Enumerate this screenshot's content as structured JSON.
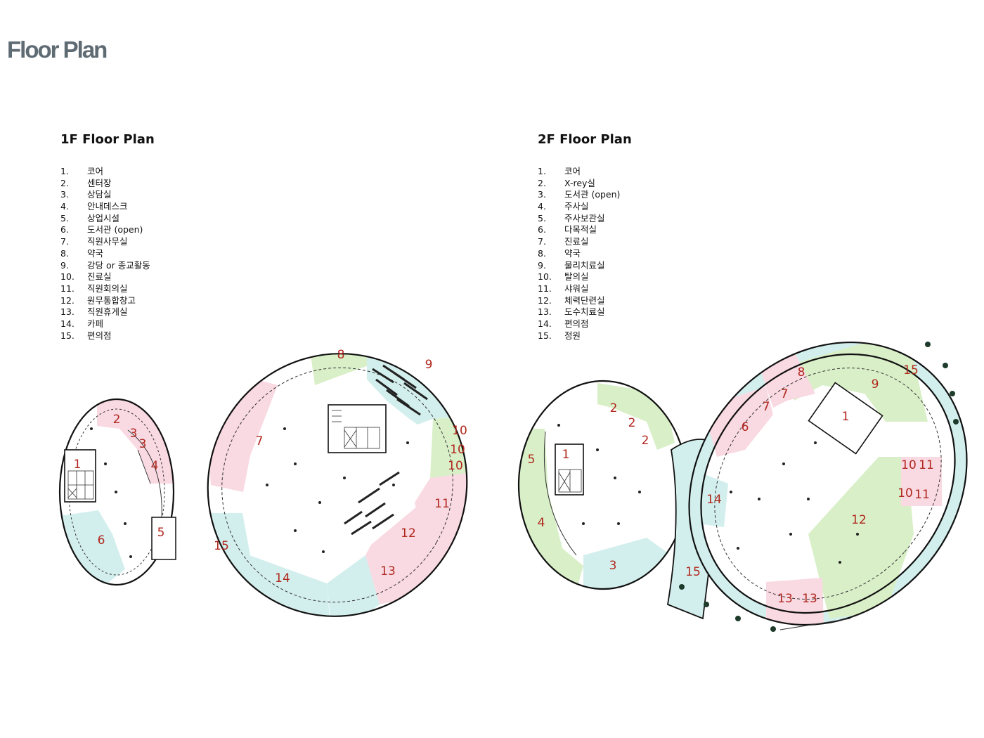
{
  "title": "Floor Plan",
  "floor1": {
    "heading": "1F Floor Plan",
    "legend": [
      {
        "num": "1.",
        "name": "코어"
      },
      {
        "num": "2.",
        "name": "센터장"
      },
      {
        "num": "3.",
        "name": "상담실"
      },
      {
        "num": "4.",
        "name": "안내데스크"
      },
      {
        "num": "5.",
        "name": "상업시설"
      },
      {
        "num": "6.",
        "name": "도서관 (open)"
      },
      {
        "num": "7.",
        "name": "직원사무실"
      },
      {
        "num": "8.",
        "name": "약국"
      },
      {
        "num": "9.",
        "name": "강당 or 종교활동"
      },
      {
        "num": "10.",
        "name": "진료실"
      },
      {
        "num": "11.",
        "name": "직원회의실"
      },
      {
        "num": "12.",
        "name": "원무통합창고"
      },
      {
        "num": "13.",
        "name": "직원휴게실"
      },
      {
        "num": "14.",
        "name": "카페"
      },
      {
        "num": "15.",
        "name": "편의점"
      }
    ],
    "room_labels": [
      "1",
      "2",
      "3",
      "3",
      "4",
      "5",
      "6",
      "7",
      "8",
      "9",
      "10",
      "10",
      "10",
      "11",
      "12",
      "13",
      "14",
      "15"
    ]
  },
  "floor2": {
    "heading": "2F Floor Plan",
    "legend": [
      {
        "num": "1.",
        "name": "코어"
      },
      {
        "num": "2.",
        "name": "X-rey실"
      },
      {
        "num": "3.",
        "name": "도서관 (open)"
      },
      {
        "num": "4.",
        "name": "주사실"
      },
      {
        "num": "5.",
        "name": "주사보관실"
      },
      {
        "num": "6.",
        "name": "다목적실"
      },
      {
        "num": "7.",
        "name": "진료실"
      },
      {
        "num": "8.",
        "name": "약국"
      },
      {
        "num": "9.",
        "name": "물리치료실"
      },
      {
        "num": "10.",
        "name": "탈의실"
      },
      {
        "num": "11.",
        "name": "샤워실"
      },
      {
        "num": "12.",
        "name": "체력단련실"
      },
      {
        "num": "13.",
        "name": "도수치료실"
      },
      {
        "num": "14.",
        "name": "편의점"
      },
      {
        "num": "15.",
        "name": "정원"
      }
    ],
    "room_labels": [
      "1",
      "1",
      "2",
      "2",
      "2",
      "3",
      "4",
      "5",
      "6",
      "7",
      "7",
      "8",
      "9",
      "10",
      "10",
      "11",
      "11",
      "12",
      "13",
      "13",
      "14",
      "15",
      "15"
    ]
  },
  "colors": {
    "title": "#5f6b72",
    "room_label": "#b0281e",
    "pink_zone": "#f9d9e2",
    "green_zone": "#d9efc8",
    "cyan_zone": "#d3efed",
    "wall": "#111111"
  }
}
